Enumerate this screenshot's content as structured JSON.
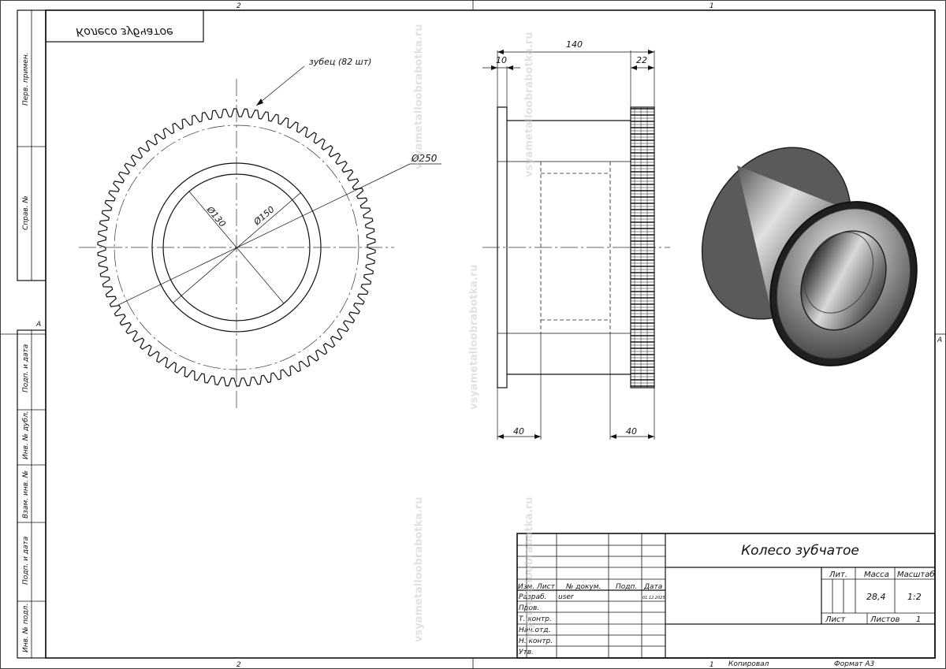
{
  "frame": {
    "zone_top_left": "2",
    "zone_top_right": "1",
    "zone_bottom_left": "2",
    "zone_bottom_right": "1",
    "zone_left_a": "A",
    "zone_right_a": "A"
  },
  "side_columns": [
    "Перв. примен.",
    "Справ. №",
    "Подп. и дата",
    "Инв. № дубл.",
    "Взам. инв. №",
    "Подп. и дата",
    "Инв. № подл."
  ],
  "stamp_mirrored": "Колесо зубчатое",
  "front_view": {
    "leader_label": "зубец (82 шт)",
    "dia_outer": "Ø250",
    "dia_mid": "Ø150",
    "dia_inner": "Ø130"
  },
  "side_view": {
    "dim_total": "140",
    "dim_flange": "10",
    "dim_gear": "22",
    "dim_left_bottom": "40",
    "dim_right_bottom": "40"
  },
  "title_block": {
    "part_name": "Колесо зубчатое",
    "headers": {
      "izm": "Изм.",
      "list": "Лист",
      "doc": "№ докум.",
      "sign": "Подп.",
      "date": "Дата"
    },
    "rows": [
      {
        "role": "Разраб.",
        "name": "user",
        "date": "01.12.2025"
      },
      {
        "role": "Пров.",
        "name": "",
        "date": ""
      },
      {
        "role": "Т. контр.",
        "name": "",
        "date": ""
      },
      {
        "role": "Нач.отд.",
        "name": "",
        "date": ""
      },
      {
        "role": "Н. контр.",
        "name": "",
        "date": ""
      },
      {
        "role": "Утв.",
        "name": "",
        "date": ""
      }
    ],
    "lit_label": "Лит.",
    "mass_label": "Масса",
    "mass_value": "28,4",
    "scale_label": "Масштаб",
    "scale_value": "1:2",
    "sheet_label": "Лист",
    "sheets_label": "Листов",
    "sheets_value": "1"
  },
  "footer": {
    "copy_label": "Копировал",
    "format_label": "Формат А3"
  },
  "watermark": {
    "text": "vsyametalloobrabotka.ru"
  }
}
